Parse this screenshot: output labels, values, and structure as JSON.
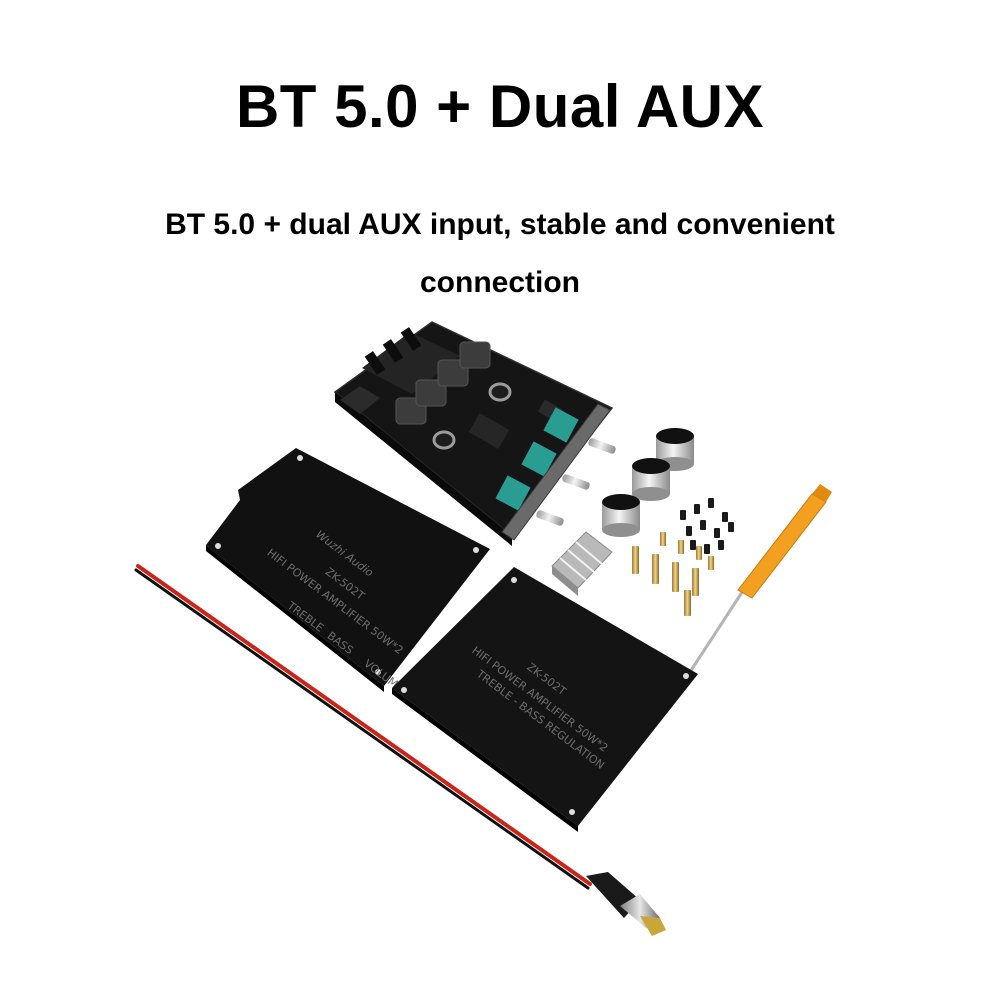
{
  "page": {
    "title": "BT 5.0 + Dual AUX",
    "subtitle": "BT 5.0 + dual AUX input, stable and convenient connection"
  },
  "product": {
    "panel_model": "ZK-502T",
    "panel_line1": "HIFI POWER AMPLIFIER 50W*2",
    "panel_line2": "TREBLE - BASS REGULATION",
    "panel_treble": "TREBLE",
    "panel_bass": "BASS",
    "panel_volume": "VOLUME",
    "panel_brand": "Wuzhi Audio"
  }
}
